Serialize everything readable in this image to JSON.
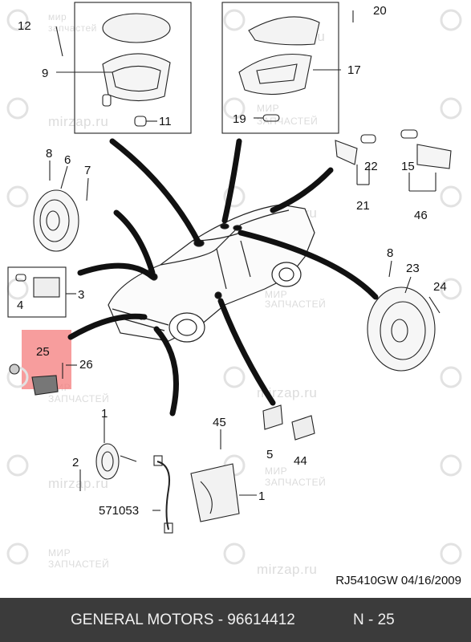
{
  "watermarks": [
    "мир",
    "запчастей",
    "mirzap.ru",
    "МИР",
    "ЗАПЧАСТЕЙ"
  ],
  "part_labels": {
    "p12": "12",
    "p9": "9",
    "p11": "11",
    "p20": "20",
    "p17": "17",
    "p19": "19",
    "p8a": "8",
    "p6": "6",
    "p7": "7",
    "p15": "15",
    "p22": "22",
    "p21": "21",
    "p46": "46",
    "p3": "3",
    "p4": "4",
    "p8b": "8",
    "p23": "23",
    "p24": "24",
    "p25": "25",
    "p26": "26",
    "p1a": "1",
    "p45": "45",
    "p5": "5",
    "p44": "44",
    "p2": "2",
    "p571053": "571053",
    "p1b": "1"
  },
  "highlight_color": "#f47c7c",
  "reference": "RJ5410GW  04/16/2009",
  "footer": {
    "manufacturer": "GENERAL MOTORS - 96614412",
    "section": "N - 25"
  }
}
